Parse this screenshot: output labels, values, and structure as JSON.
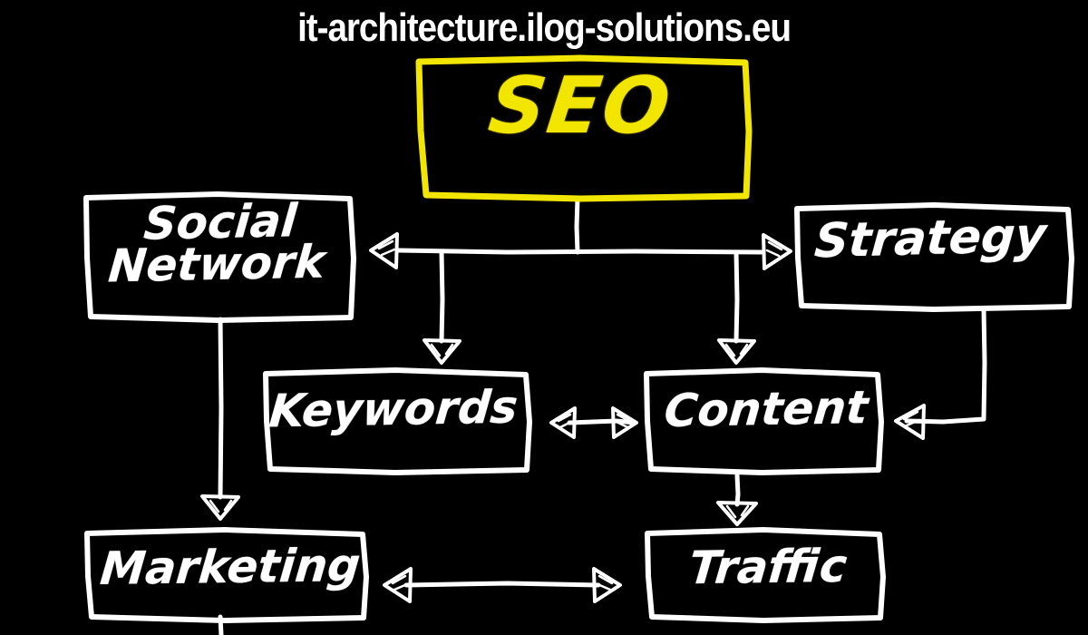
{
  "page": {
    "title": "it-architecture.ilog-solutions.eu",
    "background_color": "#000000",
    "chalk_color": "#FFFFFF",
    "accent_color": "#F2E500"
  },
  "diagram": {
    "type": "flowchart",
    "style": "hand-drawn chalkboard",
    "root": "SEO",
    "nodes": {
      "seo": {
        "label": "SEO",
        "color": "#F2E500"
      },
      "social_network": {
        "label": "Social\nNetwork",
        "color": "#FFFFFF"
      },
      "strategy": {
        "label": "Strategy",
        "color": "#FFFFFF"
      },
      "keywords": {
        "label": "Keywords",
        "color": "#FFFFFF"
      },
      "content": {
        "label": "Content",
        "color": "#FFFFFF"
      },
      "marketing": {
        "label": "Marketing",
        "color": "#FFFFFF"
      },
      "traffic": {
        "label": "Traffic",
        "color": "#FFFFFF"
      }
    },
    "edges": [
      {
        "from": "seo",
        "to": "social_network",
        "direction": "one-way"
      },
      {
        "from": "seo",
        "to": "strategy",
        "direction": "one-way"
      },
      {
        "from": "seo",
        "to": "keywords",
        "direction": "one-way"
      },
      {
        "from": "seo",
        "to": "content",
        "direction": "one-way"
      },
      {
        "from": "social_network",
        "to": "marketing",
        "direction": "one-way"
      },
      {
        "from": "strategy",
        "to": "content",
        "direction": "one-way"
      },
      {
        "from": "keywords",
        "to": "content",
        "direction": "two-way"
      },
      {
        "from": "content",
        "to": "traffic",
        "direction": "one-way"
      },
      {
        "from": "marketing",
        "to": "traffic",
        "direction": "two-way"
      }
    ]
  }
}
